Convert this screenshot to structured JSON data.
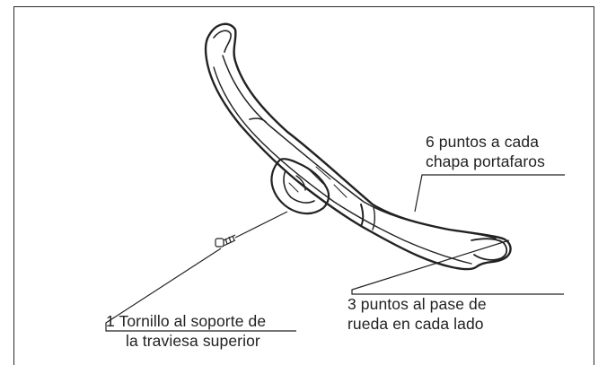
{
  "diagram": {
    "callouts": [
      {
        "id": "six-points",
        "lines": [
          "6 puntos a cada",
          "chapa portafaros"
        ]
      },
      {
        "id": "three-points",
        "lines": [
          "3 puntos al pase de",
          "rueda en cada lado"
        ]
      },
      {
        "id": "one-screw",
        "lines": [
          "1 Tornillo al soporte de",
          "la traviesa superior"
        ]
      }
    ]
  },
  "colors": {
    "ink": "#222222",
    "background": "#ffffff"
  }
}
